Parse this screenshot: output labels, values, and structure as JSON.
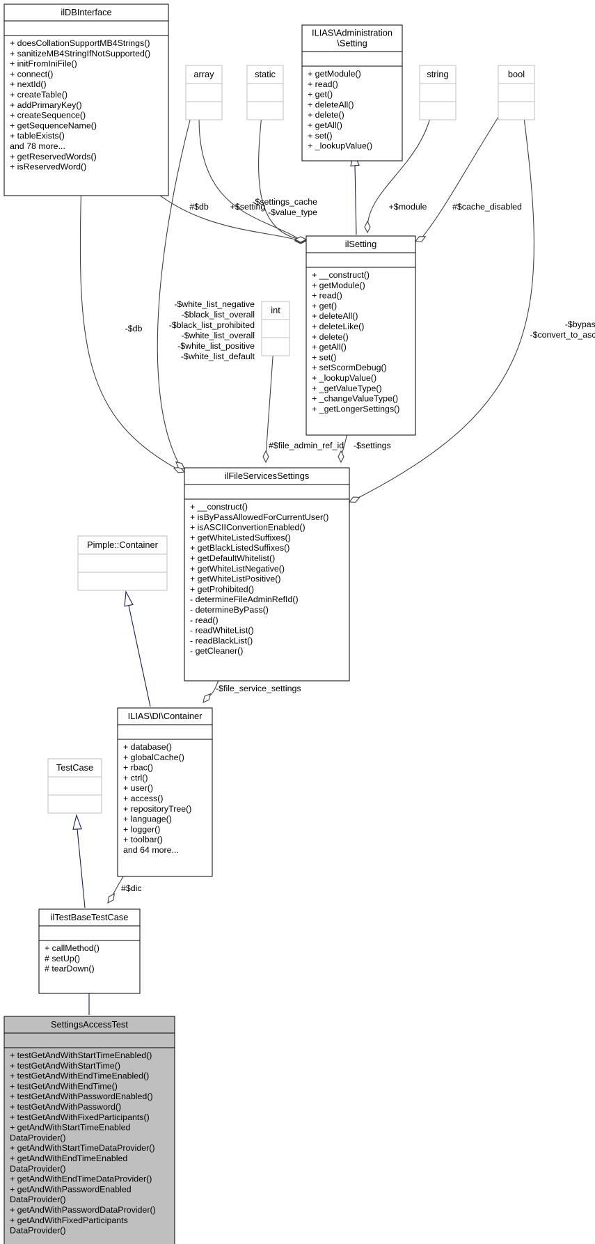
{
  "classes": [
    {
      "id": "ilDBInterface",
      "title": [
        "ilDBInterface"
      ],
      "attributes": [],
      "methods": [
        "+ doesCollationSupportMB4Strings()",
        "+ sanitizeMB4StringIfNotSupported()",
        "+ initFromIniFile()",
        "+ connect()",
        "+ nextId()",
        "+ createTable()",
        "+ addPrimaryKey()",
        "+ createSequence()",
        "+ getSequenceName()",
        "+ tableExists()",
        "and 78 more...",
        "+ getReservedWords()",
        "+ isReservedWord()"
      ],
      "style": "normal"
    },
    {
      "id": "ILIAS_Administration_Setting",
      "title": [
        "ILIAS\\Administration",
        "\\Setting"
      ],
      "attributes": [],
      "methods": [
        "+ getModule()",
        "+ read()",
        "+ get()",
        "+ deleteAll()",
        "+ delete()",
        "+ getAll()",
        "+ set()",
        "+ _lookupValue()"
      ],
      "style": "normal"
    },
    {
      "id": "array",
      "title": [
        "array"
      ],
      "attributes": [],
      "methods": [],
      "style": "external"
    },
    {
      "id": "static",
      "title": [
        "static"
      ],
      "attributes": [],
      "methods": [],
      "style": "external"
    },
    {
      "id": "string",
      "title": [
        "string"
      ],
      "attributes": [],
      "methods": [],
      "style": "external"
    },
    {
      "id": "bool",
      "title": [
        "bool"
      ],
      "attributes": [],
      "methods": [],
      "style": "external"
    },
    {
      "id": "int",
      "title": [
        "int"
      ],
      "attributes": [],
      "methods": [],
      "style": "external"
    },
    {
      "id": "ilSetting",
      "title": [
        "ilSetting"
      ],
      "attributes": [],
      "methods": [
        "+ __construct()",
        "+ getModule()",
        "+ read()",
        "+ get()",
        "+ deleteAll()",
        "+ deleteLike()",
        "+ delete()",
        "+ getAll()",
        "+ set()",
        "+ setScormDebug()",
        "+ _lookupValue()",
        "+ _getValueType()",
        "+ _changeValueType()",
        "+ _getLongerSettings()"
      ],
      "style": "normal"
    },
    {
      "id": "ilFileServicesSettings",
      "title": [
        "ilFileServicesSettings"
      ],
      "attributes": [],
      "methods": [
        "+ __construct()",
        "+ isByPassAllowedForCurrentUser()",
        "+ isASCIIConvertionEnabled()",
        "+ getWhiteListedSuffixes()",
        "+ getBlackListedSuffixes()",
        "+ getDefaultWhitelist()",
        "+ getWhiteListNegative()",
        "+ getWhiteListPositive()",
        "+ getProhibited()",
        "- determineFileAdminRefId()",
        "- determineByPass()",
        "- read()",
        "- readWhiteList()",
        "- readBlackList()",
        "- getCleaner()"
      ],
      "style": "normal"
    },
    {
      "id": "Pimple_Container",
      "title": [
        "Pimple::Container"
      ],
      "attributes": [],
      "methods": [],
      "style": "external"
    },
    {
      "id": "ILIAS_DI_Container",
      "title": [
        "ILIAS\\DI\\Container"
      ],
      "attributes": [],
      "methods": [
        "+ database()",
        "+ globalCache()",
        "+ rbac()",
        "+ ctrl()",
        "+ user()",
        "+ access()",
        "+ repositoryTree()",
        "+ language()",
        "+ logger()",
        "+ toolbar()",
        "and 64 more..."
      ],
      "style": "normal"
    },
    {
      "id": "TestCase",
      "title": [
        "TestCase"
      ],
      "attributes": [],
      "methods": [],
      "style": "external"
    },
    {
      "id": "ilTestBaseTestCase",
      "title": [
        "ilTestBaseTestCase"
      ],
      "attributes": [],
      "methods": [
        "+ callMethod()",
        "# setUp()",
        "# tearDown()"
      ],
      "style": "normal"
    },
    {
      "id": "SettingsAccessTest",
      "title": [
        "SettingsAccessTest"
      ],
      "attributes": [],
      "methods": [
        "+ testGetAndWithStartTimeEnabled()",
        "+ testGetAndWithStartTime()",
        "+ testGetAndWithEndTimeEnabled()",
        "+ testGetAndWithEndTime()",
        "+ testGetAndWithPasswordEnabled()",
        "+ testGetAndWithPassword()",
        "+ testGetAndWithFixedParticipants()",
        "+ getAndWithStartTimeEnabled",
        "DataProvider()",
        "+ getAndWithStartTimeDataProvider()",
        "+ getAndWithEndTimeEnabled",
        "DataProvider()",
        "+ getAndWithEndTimeDataProvider()",
        "+ getAndWithPasswordEnabled",
        "DataProvider()",
        "+ getAndWithPasswordDataProvider()",
        "+ getAndWithFixedParticipants",
        "DataProvider()"
      ],
      "style": "focus"
    }
  ],
  "edges": [
    {
      "id": "setting-impl",
      "from": "ilSetting",
      "to": "ILIAS_Administration_Setting",
      "kind": "inheritance",
      "labels": []
    },
    {
      "id": "db-setting",
      "from": "ilDBInterface",
      "to": "ilSetting",
      "kind": "association",
      "labels": [
        "#$db"
      ]
    },
    {
      "id": "array-setting",
      "from": "array",
      "to": "ilSetting",
      "kind": "association",
      "labels": [
        "+$setting"
      ]
    },
    {
      "id": "static-setting",
      "from": "static",
      "to": "ilSetting",
      "kind": "association",
      "labels": [
        "-$settings_cache",
        "-$value_type"
      ]
    },
    {
      "id": "string-setting",
      "from": "string",
      "to": "ilSetting",
      "kind": "association",
      "labels": [
        "+$module"
      ]
    },
    {
      "id": "bool-setting",
      "from": "bool",
      "to": "ilSetting",
      "kind": "association",
      "labels": [
        "#$cache_disabled"
      ]
    },
    {
      "id": "db-files",
      "from": "ilDBInterface",
      "to": "ilFileServicesSettings",
      "kind": "association",
      "labels": [
        "-$db"
      ]
    },
    {
      "id": "array-files",
      "from": "array",
      "to": "ilFileServicesSettings",
      "kind": "association",
      "labels": [
        "-$white_list_negative",
        "-$black_list_overall",
        "-$black_list_prohibited",
        "-$white_list_overall",
        "-$white_list_positive",
        "-$white_list_default"
      ]
    },
    {
      "id": "int-files",
      "from": "int",
      "to": "ilFileServicesSettings",
      "kind": "association",
      "labels": [
        "#$file_admin_ref_id"
      ]
    },
    {
      "id": "setting-files",
      "from": "ilSetting",
      "to": "ilFileServicesSettings",
      "kind": "association",
      "labels": [
        "-$settings"
      ]
    },
    {
      "id": "bool-files",
      "from": "bool",
      "to": "ilFileServicesSettings",
      "kind": "association",
      "labels": [
        "-$bypass",
        "-$convert_to_ascii"
      ]
    },
    {
      "id": "dic-pimple",
      "from": "ILIAS_DI_Container",
      "to": "Pimple_Container",
      "kind": "inheritance",
      "labels": []
    },
    {
      "id": "files-dic",
      "from": "ilFileServicesSettings",
      "to": "ILIAS_DI_Container",
      "kind": "association",
      "labels": [
        "-$file_service_settings"
      ]
    },
    {
      "id": "base-testcase",
      "from": "ilTestBaseTestCase",
      "to": "TestCase",
      "kind": "inheritance",
      "labels": []
    },
    {
      "id": "dic-base",
      "from": "ILIAS_DI_Container",
      "to": "ilTestBaseTestCase",
      "kind": "association",
      "labels": [
        "#$dic"
      ]
    },
    {
      "id": "test-base",
      "from": "SettingsAccessTest",
      "to": "ilTestBaseTestCase",
      "kind": "inheritance",
      "labels": []
    }
  ],
  "colors": {
    "box_border": "#000000",
    "external_border": "#bfbfbf",
    "focus_fill": "#bfbfbf",
    "association_edge": "#404040",
    "inheritance_edge": "#191970",
    "text": "#000000"
  }
}
